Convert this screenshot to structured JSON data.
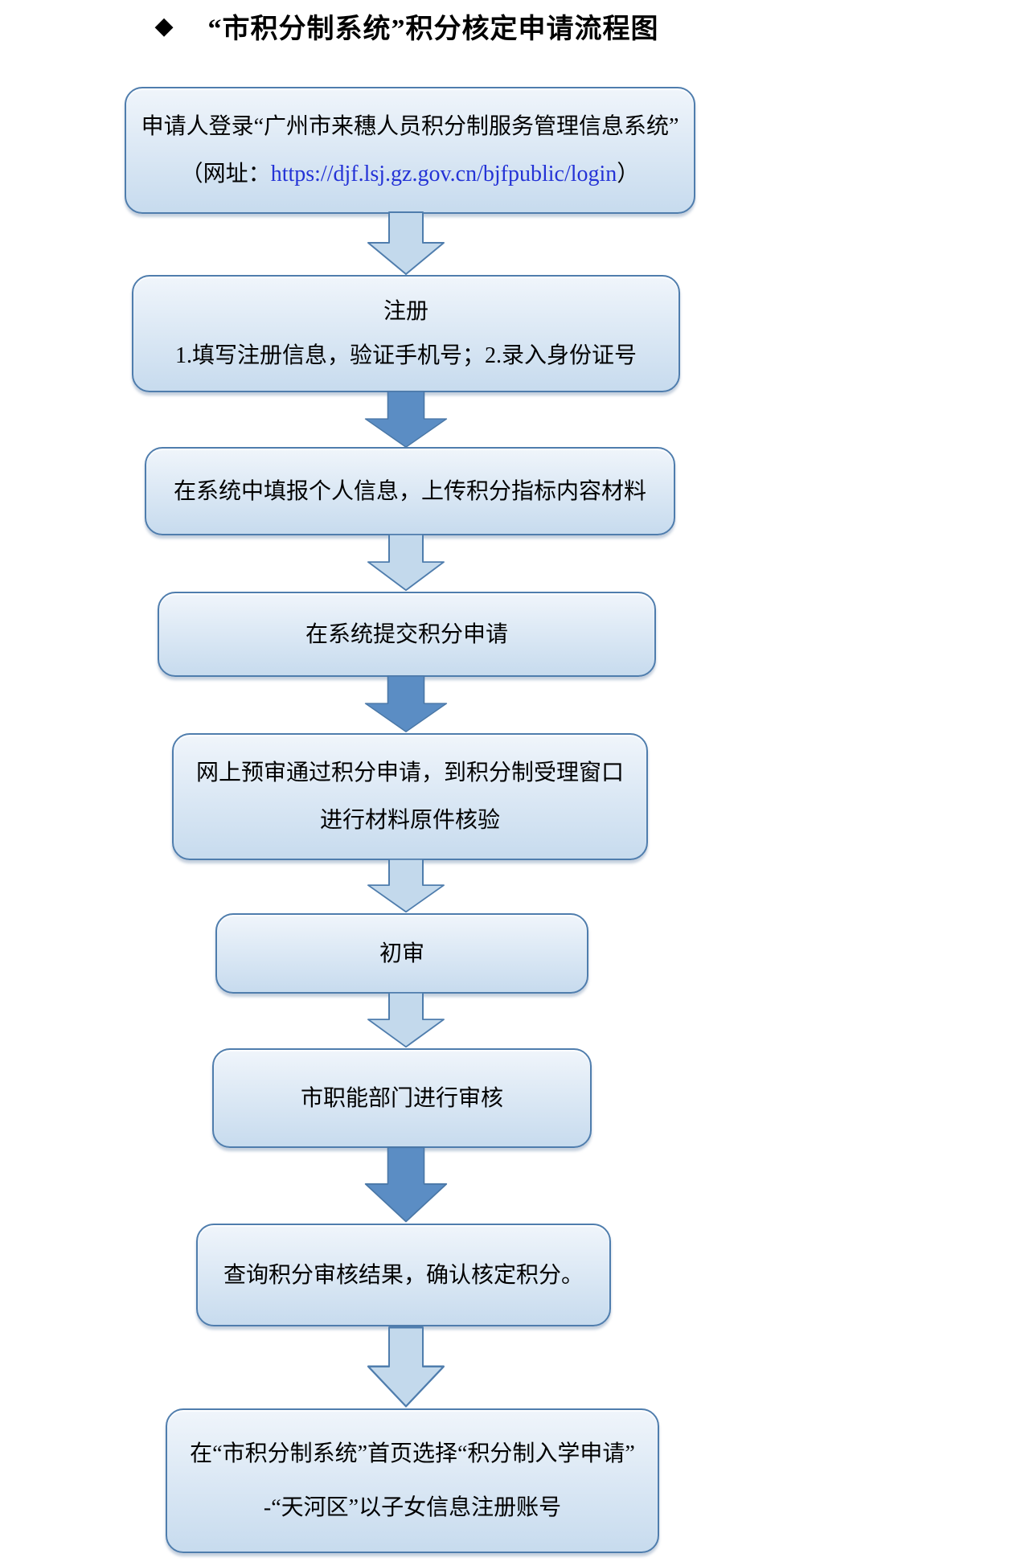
{
  "title": {
    "bullet": "◆",
    "text": "“市积分制系统”积分核定申请流程图"
  },
  "theme": {
    "box_border": "#4f7dad",
    "box_fill_top": "#f0f5fb",
    "box_fill_bottom": "#c7dbee",
    "outline_arrow_fill": "#c3d9ec",
    "solid_arrow_fill": "#5b8dc4",
    "link_color": "#2433d6",
    "text_color": "#000000"
  },
  "flow": {
    "steps": [
      {
        "lines": [
          "申请人登录“广州市来穗人员积分制服务管理信息系统”"
        ],
        "url_prefix": "（网址：",
        "url": "https://djf.lsj.gz.gov.cn/bjfpublic/login",
        "url_suffix": "）"
      },
      {
        "lines": [
          "注册",
          "1.填写注册信息，验证手机号；2.录入身份证号"
        ]
      },
      {
        "lines": [
          "在系统中填报个人信息，上传积分指标内容材料"
        ]
      },
      {
        "lines": [
          "在系统提交积分申请"
        ]
      },
      {
        "lines": [
          "网上预审通过积分申请，到积分制受理窗口",
          "进行材料原件核验"
        ]
      },
      {
        "lines": [
          "初审"
        ]
      },
      {
        "lines": [
          "市职能部门进行审核"
        ]
      },
      {
        "lines": [
          "查询积分审核结果，确认核定积分。"
        ]
      },
      {
        "lines": [
          "在“市积分制系统”首页选择“积分制入学申请”",
          "-“天河区”以子女信息注册账号"
        ]
      }
    ],
    "arrows": [
      "outline",
      "solid",
      "outline",
      "solid",
      "outline",
      "outline",
      "solid",
      "outline"
    ]
  }
}
